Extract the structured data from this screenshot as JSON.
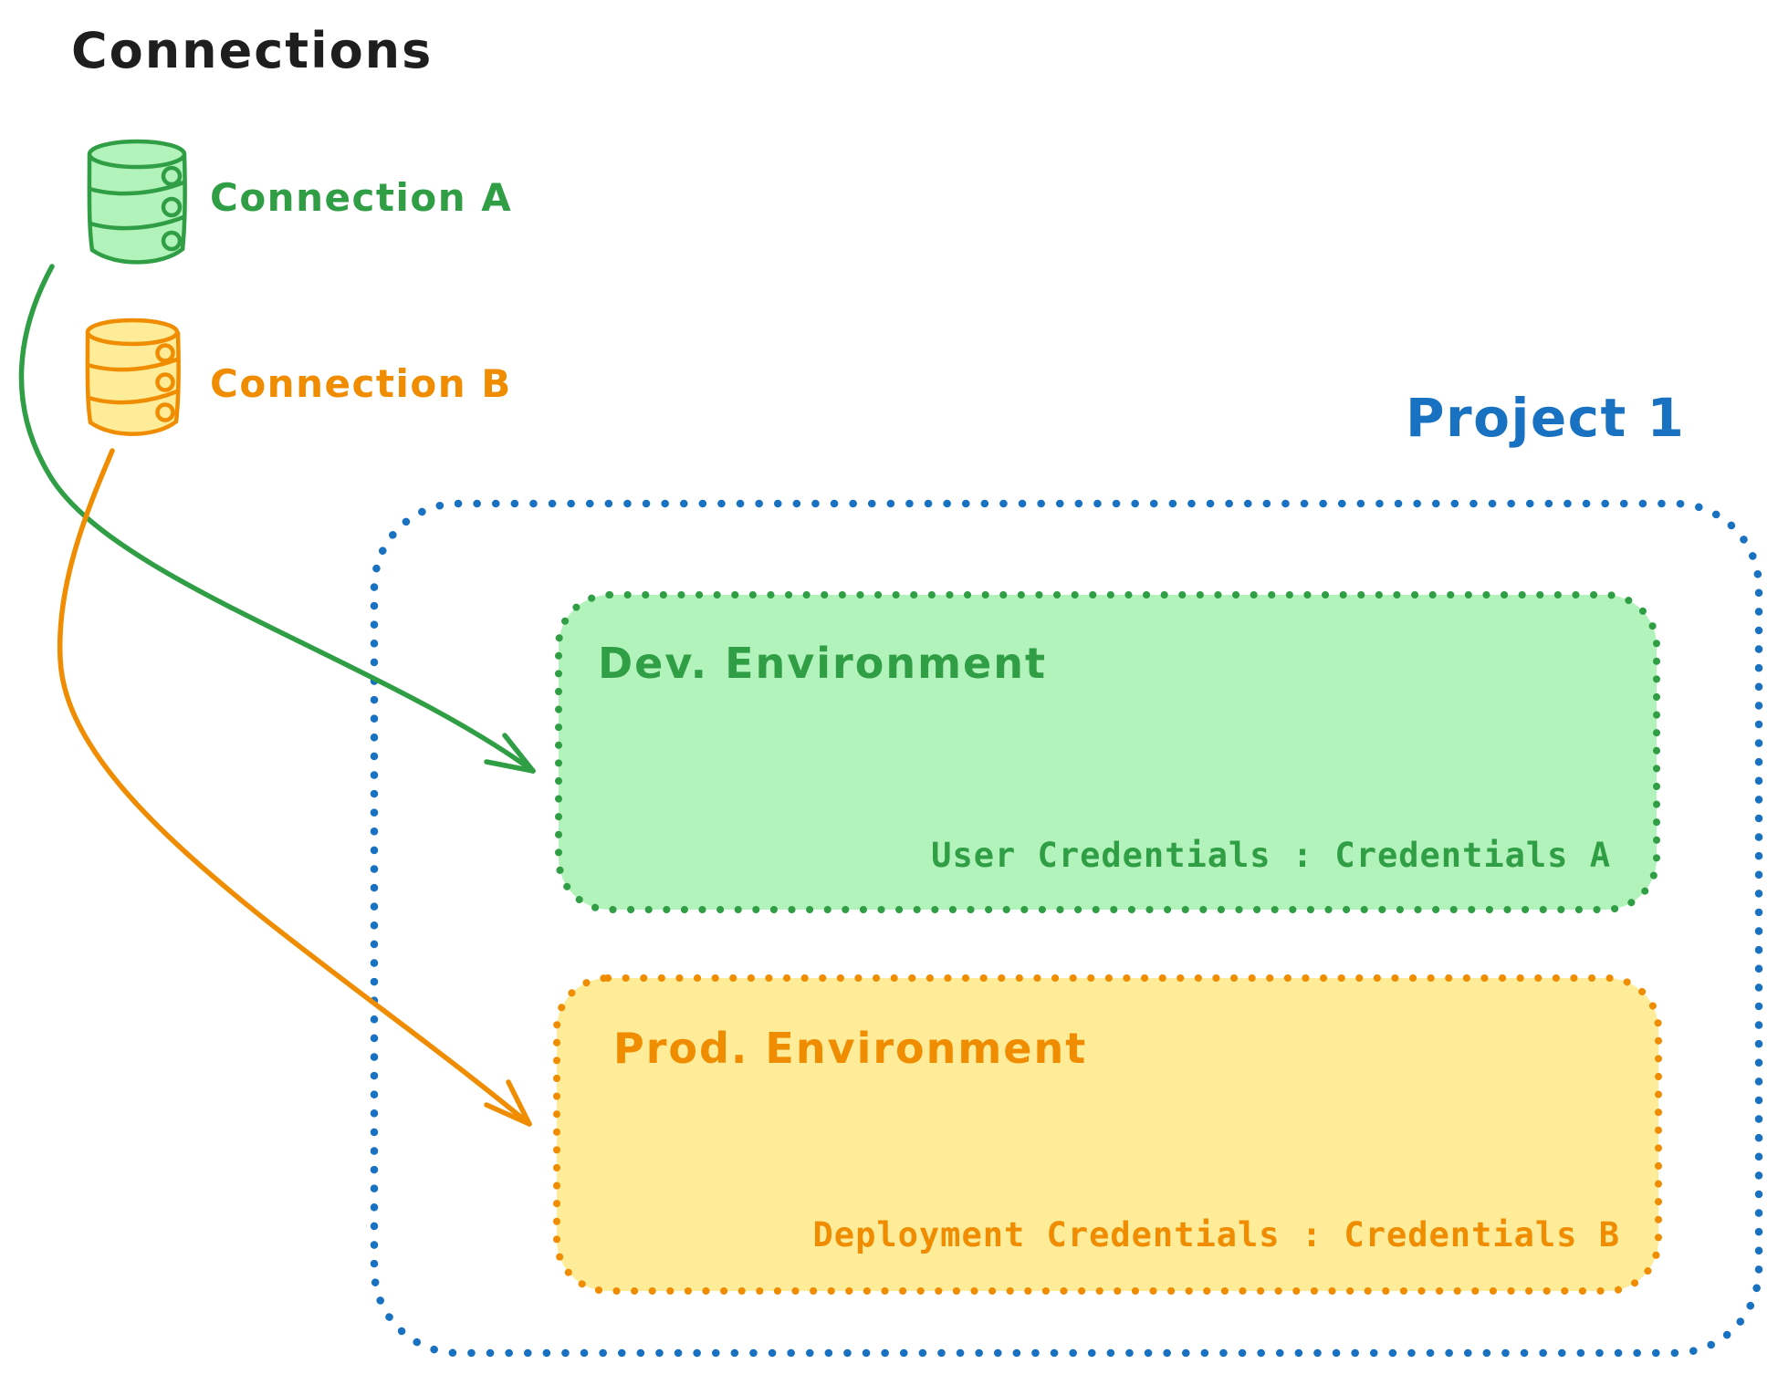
{
  "title": "Connections",
  "palette": {
    "black": "#1e1e1e",
    "green_stroke": "#2f9e44",
    "green_fill": "#b2f2bb",
    "orange_stroke": "#f08c00",
    "orange_fill": "#ffec99",
    "blue_stroke": "#1971c2",
    "background": "#ffffff"
  },
  "connections": [
    {
      "label": "Connection A",
      "icon": "database-icon",
      "color": "#2f9e44"
    },
    {
      "label": "Connection B",
      "icon": "database-icon",
      "color": "#f08c00"
    }
  ],
  "project": {
    "label": "Project 1",
    "color": "#1971c2",
    "environments": [
      {
        "name": "Dev. Environment",
        "credentials": "User Credentials : Credentials A",
        "stroke": "#2f9e44",
        "fill": "#b2f2bb"
      },
      {
        "name": "Prod. Environment",
        "credentials": "Deployment Credentials : Credentials B",
        "stroke": "#f08c00",
        "fill": "#ffec99"
      }
    ]
  },
  "arrows": [
    {
      "name": "connection-a-to-dev-arrow",
      "color": "#2f9e44"
    },
    {
      "name": "connection-b-to-prod-arrow",
      "color": "#f08c00"
    }
  ]
}
